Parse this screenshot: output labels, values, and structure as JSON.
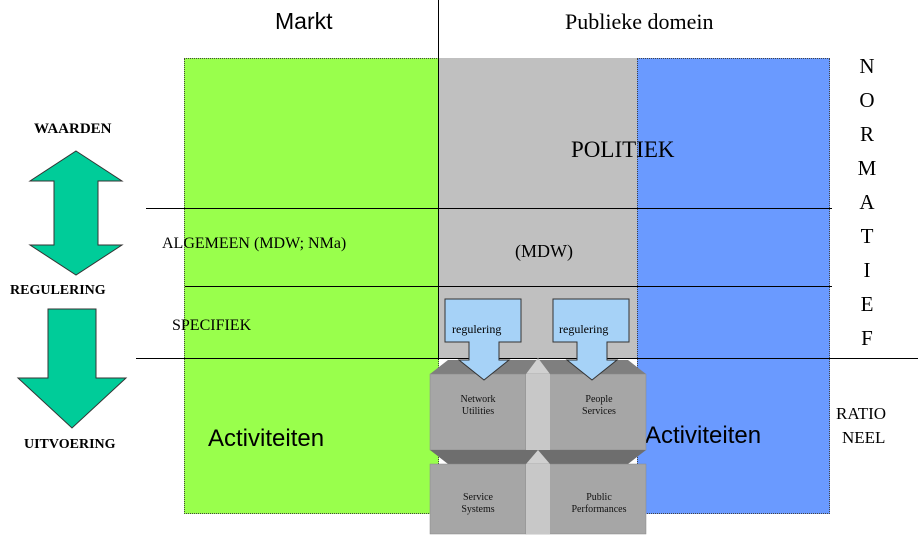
{
  "columns": {
    "markt": "Markt",
    "publiek": "Publieke domein"
  },
  "left_axis": {
    "top": "WAARDEN",
    "middle": "REGULERING",
    "bottom": "UITVOERING"
  },
  "rows": {
    "politiek": "POLITIEK",
    "algemeen": "ALGEMEEN (MDW; NMa)",
    "mdw": "(MDW)",
    "specifiek": "SPECIFIEK"
  },
  "activities": {
    "left": "Activiteiten",
    "right": "Activiteiten"
  },
  "regulation_boxes": [
    "regulering",
    "regulering"
  ],
  "blocks": {
    "network_utilities": [
      "Network",
      "Utilities"
    ],
    "people_services": [
      "People",
      "Services"
    ],
    "service_systems": [
      "Service",
      "Systems"
    ],
    "public_performances": [
      "Public",
      "Performances"
    ]
  },
  "right_axis": {
    "normatief_letters": [
      "N",
      "O",
      "R",
      "M",
      "A",
      "T",
      "I",
      "E",
      "F"
    ],
    "rationeel": [
      "RATIO",
      "NEEL"
    ]
  },
  "colors": {
    "market_green": "#99ff4c",
    "public_gray": "#c0c0c0",
    "public_blue": "#6a9aff",
    "arrow_green": "#00cc99",
    "block_face": "#a6a6a6",
    "block_top": "#7f7f7f",
    "reg_box": "#a6d2f7"
  }
}
